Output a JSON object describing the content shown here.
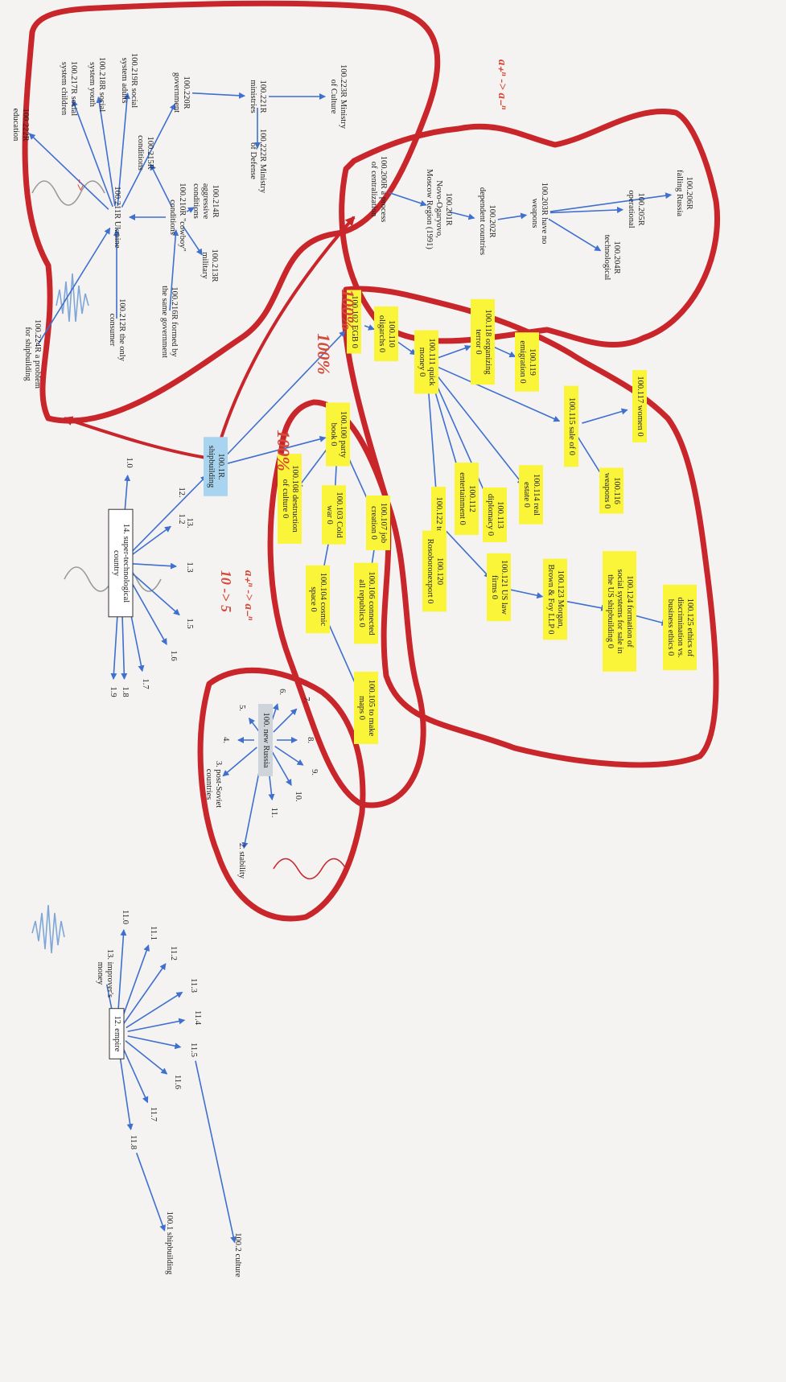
{
  "colors": {
    "background": "#f4f3f1",
    "arrow": "#3f6fcf",
    "outline": "#c8262a",
    "highlight_yellow": "#fbf53a",
    "highlight_blue": "#a9d4f0",
    "stamp_red": "#d64a3a",
    "wave_grey": "#9a9a9a",
    "wave_blue": "#7fa6d8"
  },
  "nodes": {
    "n1_0": [
      "1.0"
    ],
    "n1_2": [
      "1.2"
    ],
    "n1_3": [
      "1.3"
    ],
    "n1_5": [
      "1.5"
    ],
    "n1_6": [
      "1.6"
    ],
    "n1_7": [
      "1.7"
    ],
    "n1_8": [
      "1.8"
    ],
    "n1_9": [
      "1.9"
    ],
    "country14": [
      "14. super-technological",
      "country"
    ],
    "n100_1R": [
      "100.1R.",
      "shipbuilding"
    ],
    "n100_224R": [
      "100.224R a problem",
      "for shipbuilding"
    ],
    "n100_211R": [
      "100.211R Ukraine"
    ],
    "n100_212R": [
      "100.212R the only",
      "consumer"
    ],
    "n100_216R": [
      "100.216R formed by",
      "the same government"
    ],
    "n100_213R": [
      "100.213R",
      "military"
    ],
    "n100_214R": [
      "100.214R",
      "aggressive",
      "conditions"
    ],
    "n100_215R": [
      "100.215R",
      "conditions"
    ],
    "n100_210R": [
      "100.210R \"cowboy\"",
      "conditions"
    ],
    "n100_222R_edu": [
      "100.222R",
      "education"
    ],
    "n100_217R": [
      "100.217R social",
      "system children"
    ],
    "n100_218R": [
      "100.218R social",
      "system youth"
    ],
    "n100_219R": [
      "100.219R social",
      "system adults"
    ],
    "n100_220R": [
      "100.220R",
      "government"
    ],
    "n100_221R": [
      "100.221R",
      "ministries"
    ],
    "n100_223R": [
      "100.223R Ministry",
      "of Culture"
    ],
    "n100_222R_def": [
      "100.222R Ministry",
      "of Defense"
    ],
    "n100_200R": [
      "100.200R a process",
      "of centralization"
    ],
    "n100_201R": [
      "100.201R",
      "Novo-Ogaryovo,",
      "Moscow Region (1991)"
    ],
    "n100_202R": [
      "100.202R",
      "dependent countries"
    ],
    "n100_203R": [
      "100.203R have no",
      "weapons"
    ],
    "n100_204R": [
      "100.204R",
      "technological"
    ],
    "n100_205R": [
      "100.205R",
      "operational"
    ],
    "n100_206R": [
      "100.206R",
      "falling Russia"
    ],
    "n100_102": [
      "100.102 EGB 0"
    ],
    "n100_110": [
      "100.110",
      "oligarchs 0"
    ],
    "n100_111": [
      "100.111 quick",
      "money 0"
    ],
    "n100_118": [
      "100.118 organizing",
      "terror 0"
    ],
    "n100_119": [
      "100.119",
      "emigration 0"
    ],
    "n100_115": [
      "100.115 sale of 0"
    ],
    "n100_117": [
      "100.117 women 0"
    ],
    "n100_116": [
      "100.116",
      "weapons 0"
    ],
    "n100_114": [
      "100.114 real",
      "estate 0"
    ],
    "n100_113": [
      "100.113",
      "diplomacy 0"
    ],
    "n100_112": [
      "100.112",
      "entertainment 0"
    ],
    "n100_122": [
      "100.122 tools 0"
    ],
    "n100_120": [
      "100.120",
      "Rosoboronexport 0"
    ],
    "n100_121": [
      "100.121 US law",
      "firms 0"
    ],
    "n100_123": [
      "100.123 Morgan,",
      "Brown & Foy LLP 0"
    ],
    "n100_124": [
      "100.124 formation of",
      "social systems for sale in",
      "the US shipbuilding 0"
    ],
    "n100_125": [
      "100.125 ethics of",
      "discrimination vs.",
      "business ethics 0"
    ],
    "n100_100": [
      "100.100 party",
      "book 0"
    ],
    "n100_108": [
      "100.108 destruction",
      "of culture 0"
    ],
    "n100_103": [
      "100.103 Cold",
      "war 0"
    ],
    "n100_107": [
      "100.107 job",
      "creation 0"
    ],
    "n100_104": [
      "100.104 cosmic",
      "space 0"
    ],
    "n100_106": [
      "100.106 connected",
      "all republics 0"
    ],
    "n100_105": [
      "100.105 to make",
      "maps 0"
    ],
    "n100_new": [
      "100. new Russia"
    ],
    "post_soviet": [
      "3. post-Soviet",
      "countries"
    ],
    "stability": [
      "2. stability"
    ],
    "num4": [
      "4."
    ],
    "num5": [
      "5."
    ],
    "num6": [
      "6."
    ],
    "num7": [
      "7."
    ],
    "num8": [
      "8."
    ],
    "num9": [
      "9."
    ],
    "num10": [
      "10."
    ],
    "num11": [
      "11."
    ],
    "improvers": [
      "13. improver's",
      "money"
    ],
    "empire": [
      "12. empire"
    ],
    "n11_0": [
      "11.0"
    ],
    "n11_1": [
      "11.1"
    ],
    "n11_2": [
      "11.2"
    ],
    "n11_3": [
      "11.3"
    ],
    "n11_4": [
      "11.4"
    ],
    "n11_5": [
      "11.5"
    ],
    "n11_6": [
      "11.6"
    ],
    "n11_7": [
      "11.7"
    ],
    "n11_8": [
      "11.8"
    ],
    "n100_1_ship": [
      "100.1 shipbuilding"
    ],
    "n100_2_culture": [
      "100.2 culture"
    ],
    "n12": [
      "12."
    ],
    "n13": [
      "13."
    ]
  },
  "annotations": {
    "pct_a": "100%",
    "pct_b": "100%",
    "pct_c": "100%",
    "ratio_num": "10 -> 5",
    "ratio_formula": "a₊ⁿ -> a₋ⁿ",
    "arrow_formula_top": "a₊ⁿ -> a₋ⁿ",
    "wave_arrow": "->"
  }
}
